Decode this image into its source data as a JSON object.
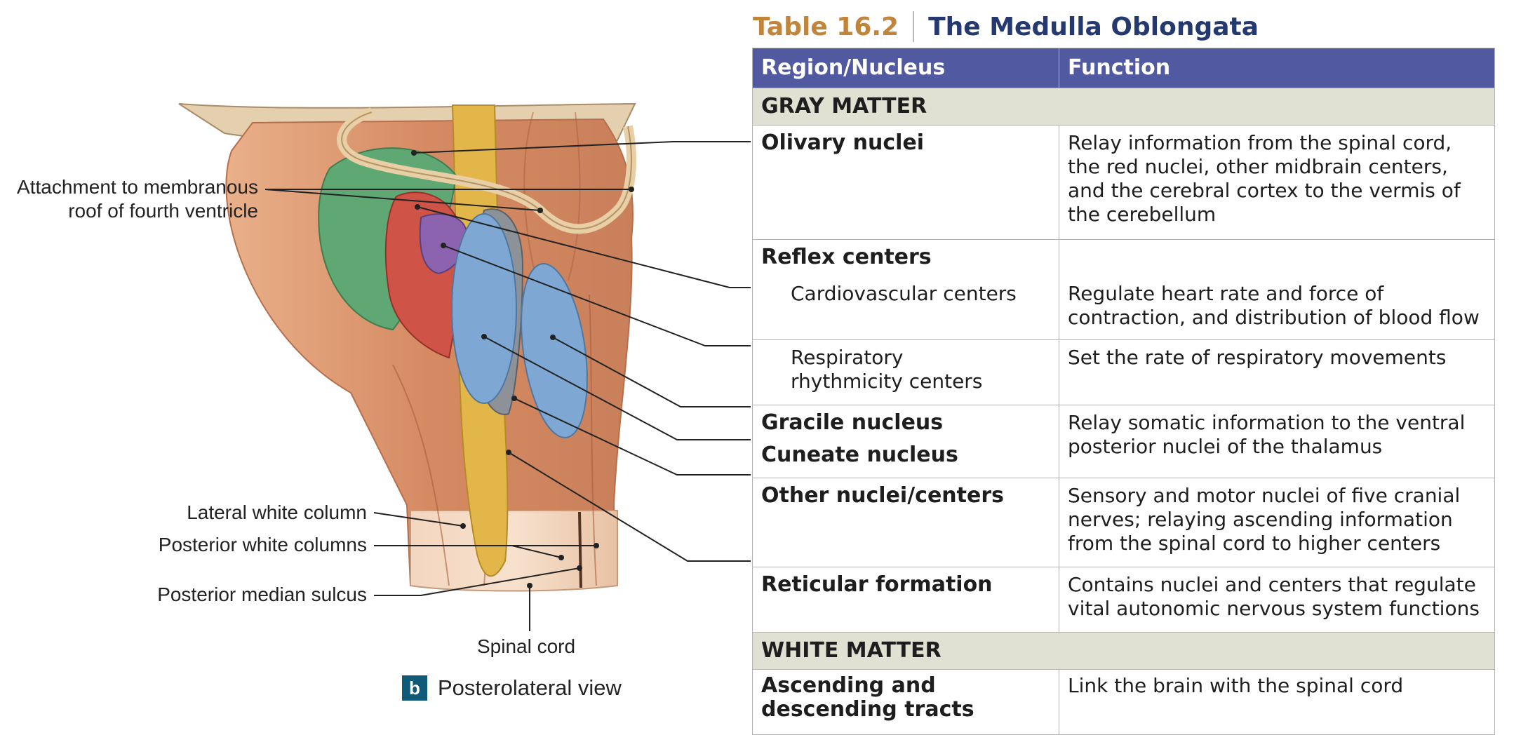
{
  "figure": {
    "labels": {
      "attachment_line1": "Attachment to membranous",
      "attachment_line2": "roof of fourth ventricle",
      "lateral_white_column": "Lateral white column",
      "posterior_white_columns": "Posterior white columns",
      "posterior_median_sulcus": "Posterior median sulcus",
      "spinal_cord": "Spinal cord"
    },
    "caption_letter": "b",
    "caption_text": "Posterolateral view"
  },
  "table": {
    "number": "Table 16.2",
    "title": "The Medulla Oblongata",
    "header": {
      "col1": "Region/Nucleus",
      "col2": "Function"
    },
    "gray_matter": "GRAY MATTER",
    "olivary": {
      "name": "Olivary nuclei",
      "func": "Relay information from the spinal cord, the red nuclei, other midbrain centers, and the cerebral cortex to the vermis of the cerebellum"
    },
    "reflex": {
      "name": "Reflex centers",
      "cardio_name": "Cardiovascular centers",
      "cardio_func": "Regulate heart rate and force of contraction, and distribution of blood flow",
      "resp_name": "Respiratory rhythmicity centers",
      "resp_func": "Set the rate of respiratory movements"
    },
    "gracile": {
      "name1": "Gracile nucleus",
      "name2": "Cuneate nucleus",
      "func": "Relay somatic information to the ventral posterior nuclei of the thalamus"
    },
    "other": {
      "name": "Other nuclei/centers",
      "func": "Sensory and motor nuclei of five cranial nerves; relaying ascending information from the spinal cord to higher centers"
    },
    "reticular": {
      "name": "Reticular formation",
      "func": "Contains nuclei and centers that regulate vital autonomic nervous system functions"
    },
    "white_matter": "WHITE MATTER",
    "tracts": {
      "name": "Ascending and descending tracts",
      "func": "Link the brain with the spinal cord"
    }
  },
  "colors": {
    "title_number": "#c0853a",
    "title_name": "#24396f",
    "header_bg": "#5159a0",
    "section_bg": "#e1e1d3",
    "caption_badge": "#0e5a78"
  }
}
